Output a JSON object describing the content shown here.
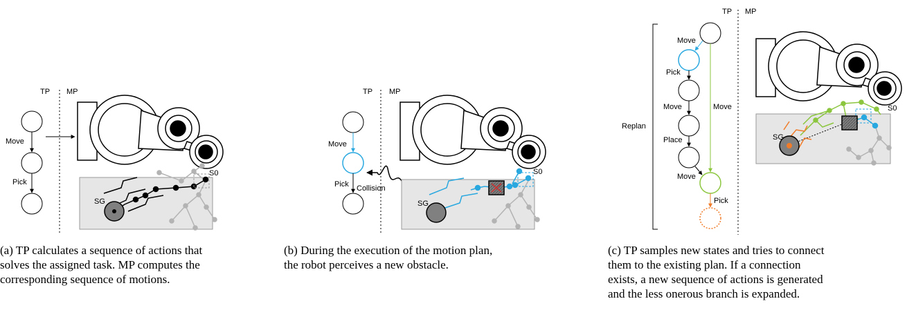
{
  "panel_a": {
    "tp": "TP",
    "mp": "MP",
    "edges": [
      "Move",
      "Pick"
    ],
    "start": "S0",
    "goal": "SG",
    "caption": [
      "(a) TP calculates a sequence of actions that",
      "solves the assigned task. MP computes the",
      "corresponding sequence of motions."
    ]
  },
  "panel_b": {
    "tp": "TP",
    "mp": "MP",
    "edges": [
      "Move",
      "Pick"
    ],
    "event": "Collision",
    "start": "S0",
    "goal": "SG",
    "caption": [
      "(b) During the execution of the motion plan,",
      "the robot perceives a new obstacle."
    ]
  },
  "panel_c": {
    "tp": "TP",
    "mp": "MP",
    "replan": "Replan",
    "edges": [
      "Move",
      "Pick",
      "Move",
      "Place",
      "Move"
    ],
    "new_edges": [
      "Move",
      "Pick"
    ],
    "start": "S0",
    "goal": "SG",
    "caption": [
      "(c) TP samples new states and tries to connect",
      "them to the existing plan. If a connection",
      "exists, a new sequence of actions is generated",
      "and the less onerous branch is expanded."
    ]
  },
  "colors": {
    "blue": "#29a8e0",
    "green": "#8cc63f",
    "orange": "#f07c2a",
    "gray_tree": "#b3b3b3",
    "box": "#e6e6e6"
  }
}
